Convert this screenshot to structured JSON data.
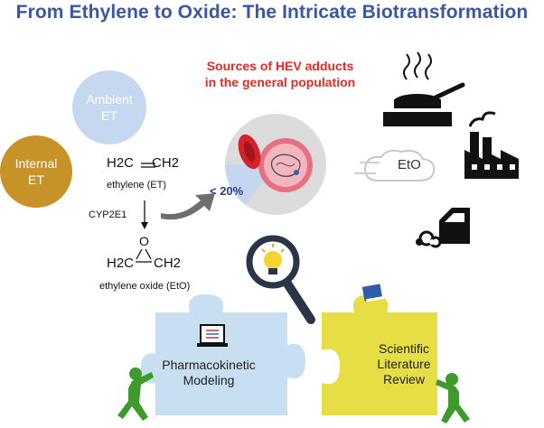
{
  "title": "From Ethylene to Oxide: The Intricate Biotransformation",
  "sources_heading": [
    "Sources of HEV adducts",
    "in the general population"
  ],
  "ambient": {
    "line1": "Ambient",
    "line2": "ET"
  },
  "internal": {
    "line1": "Internal",
    "line2": "ET"
  },
  "ethylene": {
    "formula_left": "H2C",
    "formula_right": "CH2",
    "name": "ethylene (ET)"
  },
  "enzyme": "CYP2E1",
  "ethylene_oxide": {
    "left": "H2C",
    "right": "CH2",
    "ring_atom": "O",
    "name": "ethylene oxide (EtO)"
  },
  "fraction_label": "< 20%",
  "eto_source_label": "EtO",
  "puzzle_left": {
    "line1": "Pharmacokinetic",
    "line2": "Modeling"
  },
  "puzzle_right": {
    "line1": "Scientific",
    "line2": "Literature",
    "line3": "Review"
  },
  "colors": {
    "title": "#3a57a6",
    "sources": "#e32a24",
    "ambient": "#c6d8ef",
    "internal": "#c79228",
    "puzzle_blue": "#c8def1",
    "puzzle_yellow": "#e7de46",
    "figure_green": "#3f9a2c",
    "arrow_gray": "#6e6e6e"
  },
  "icons": [
    "frying-pan-icon",
    "factory-icon",
    "smoke-cloud-icon",
    "car-exhaust-icon",
    "magnifier-lightbulb-icon",
    "laptop-icon",
    "book-icon",
    "red-blood-cell-icon",
    "pushing-person-icon"
  ]
}
